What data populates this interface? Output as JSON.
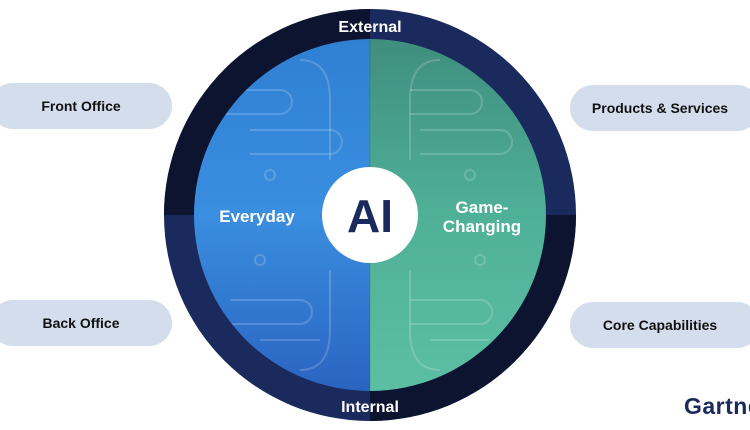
{
  "center_label": "AI",
  "ring_labels": {
    "top": "External",
    "bottom": "Internal"
  },
  "quadrant_labels": {
    "left": "Everyday",
    "right_line1": "Game-",
    "right_line2": "Changing"
  },
  "side_labels": {
    "top_left": "Front Office",
    "bottom_left": "Back Office",
    "top_right": "Products & Services",
    "bottom_right": "Core Capabilities"
  },
  "logo": "Gartner",
  "colors": {
    "ring": "#1b2a5c",
    "ring_dark": "#0c1430",
    "blue": "#3b82d4",
    "green": "#4aa88f",
    "pill": "#d3ddec"
  }
}
